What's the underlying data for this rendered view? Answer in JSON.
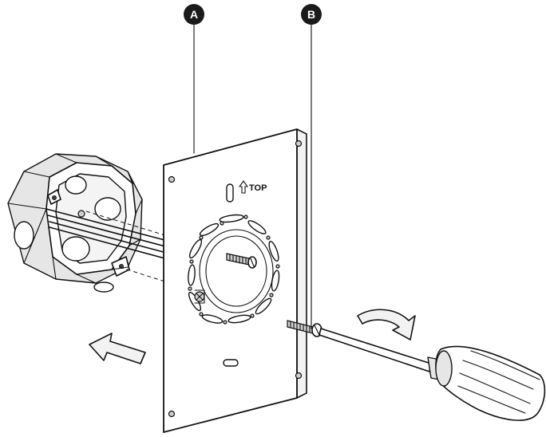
{
  "callouts": {
    "a": "A",
    "b": "B"
  },
  "plate": {
    "orientation_label": "TOP",
    "orientation_icon": "up-arrow-outline-icon"
  },
  "icons": {
    "push_direction": "arrow-left-icon",
    "rotation": "curved-arrow-clockwise-icon",
    "tool": "screwdriver-icon",
    "box": "octagonal-junction-box-icon"
  }
}
